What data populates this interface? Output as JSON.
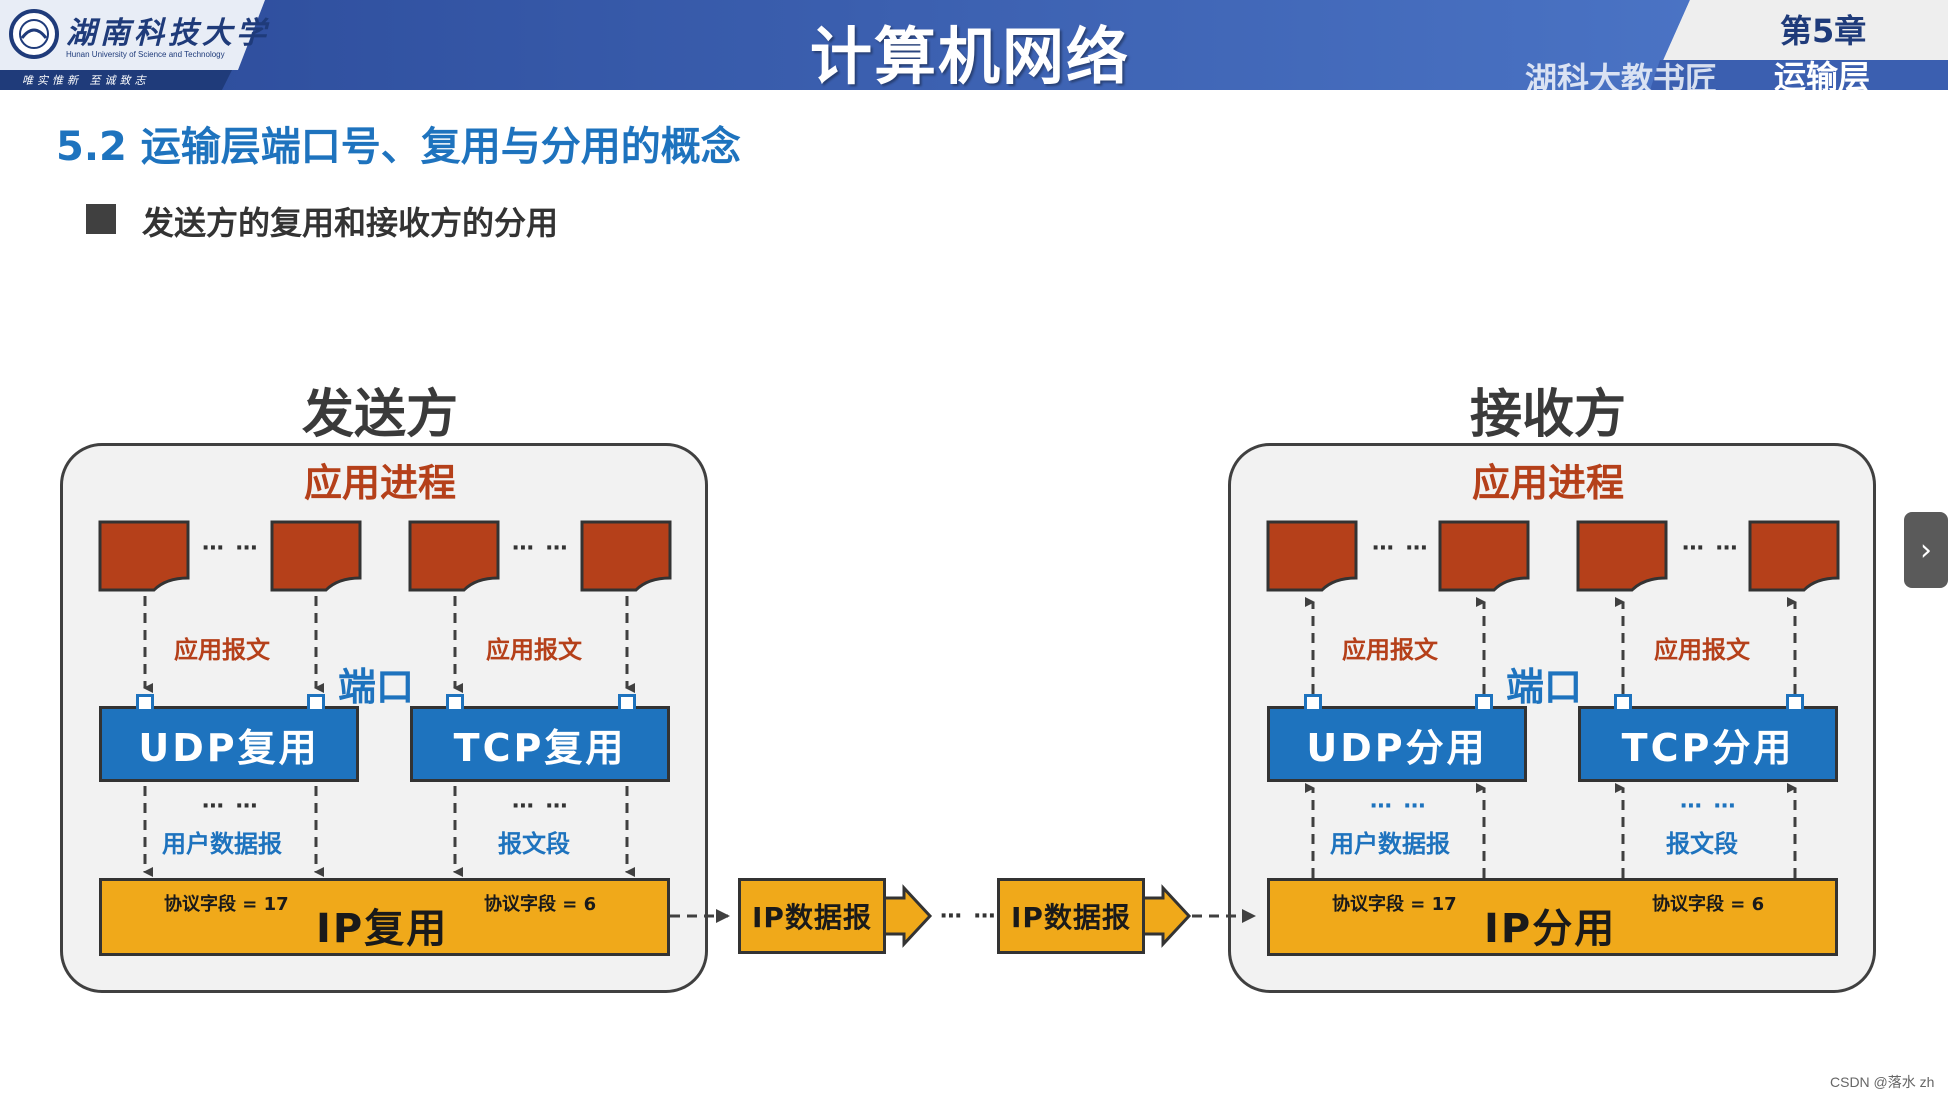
{
  "header": {
    "logo_name": "湖南科技大学",
    "logo_english": "Hunan University of Science and Technology",
    "logo_motto": "唯实惟新 至诚致志",
    "course_title": "计算机网络",
    "chapter_no": "第5章",
    "chapter_name": "运输层",
    "watermark": "湖科大教书匠"
  },
  "section": {
    "title": "5.2 运输层端口号、复用与分用的概念",
    "bullet": "发送方的复用和接收方的分用"
  },
  "sender": {
    "title": "发送方",
    "process_label": "应用进程",
    "msg_label_left": "应用报文",
    "msg_label_right": "应用报文",
    "port_label": "端口",
    "udp_box": "UDP复用",
    "tcp_box": "TCP复用",
    "udp_unit": "用户数据报",
    "tcp_unit": "报文段",
    "ip_box": "IP复用",
    "ip_field_udp": "协议字段 = 17",
    "ip_field_tcp": "协议字段 = 6"
  },
  "receiver": {
    "title": "接收方",
    "process_label": "应用进程",
    "msg_label_left": "应用报文",
    "msg_label_right": "应用报文",
    "port_label": "端口",
    "udp_box": "UDP分用",
    "tcp_box": "TCP分用",
    "udp_unit": "用户数据报",
    "tcp_unit": "报文段",
    "ip_box": "IP分用",
    "ip_field_udp": "协议字段 = 17",
    "ip_field_tcp": "协议字段 = 6"
  },
  "transit": {
    "datagram_1": "IP数据报",
    "datagram_2": "IP数据报",
    "ellipsis": "⋯ ⋯"
  },
  "nav": {
    "next_icon": "chevron-right-icon",
    "next_glyph": "›"
  },
  "credit": "CSDN @落水 zh",
  "colors": {
    "banner_blue": "#3b5fb0",
    "section_blue": "#1e73be",
    "process_red": "#b5401a",
    "ip_orange": "#f0a91a",
    "panel_gray": "#f2f2f2"
  }
}
